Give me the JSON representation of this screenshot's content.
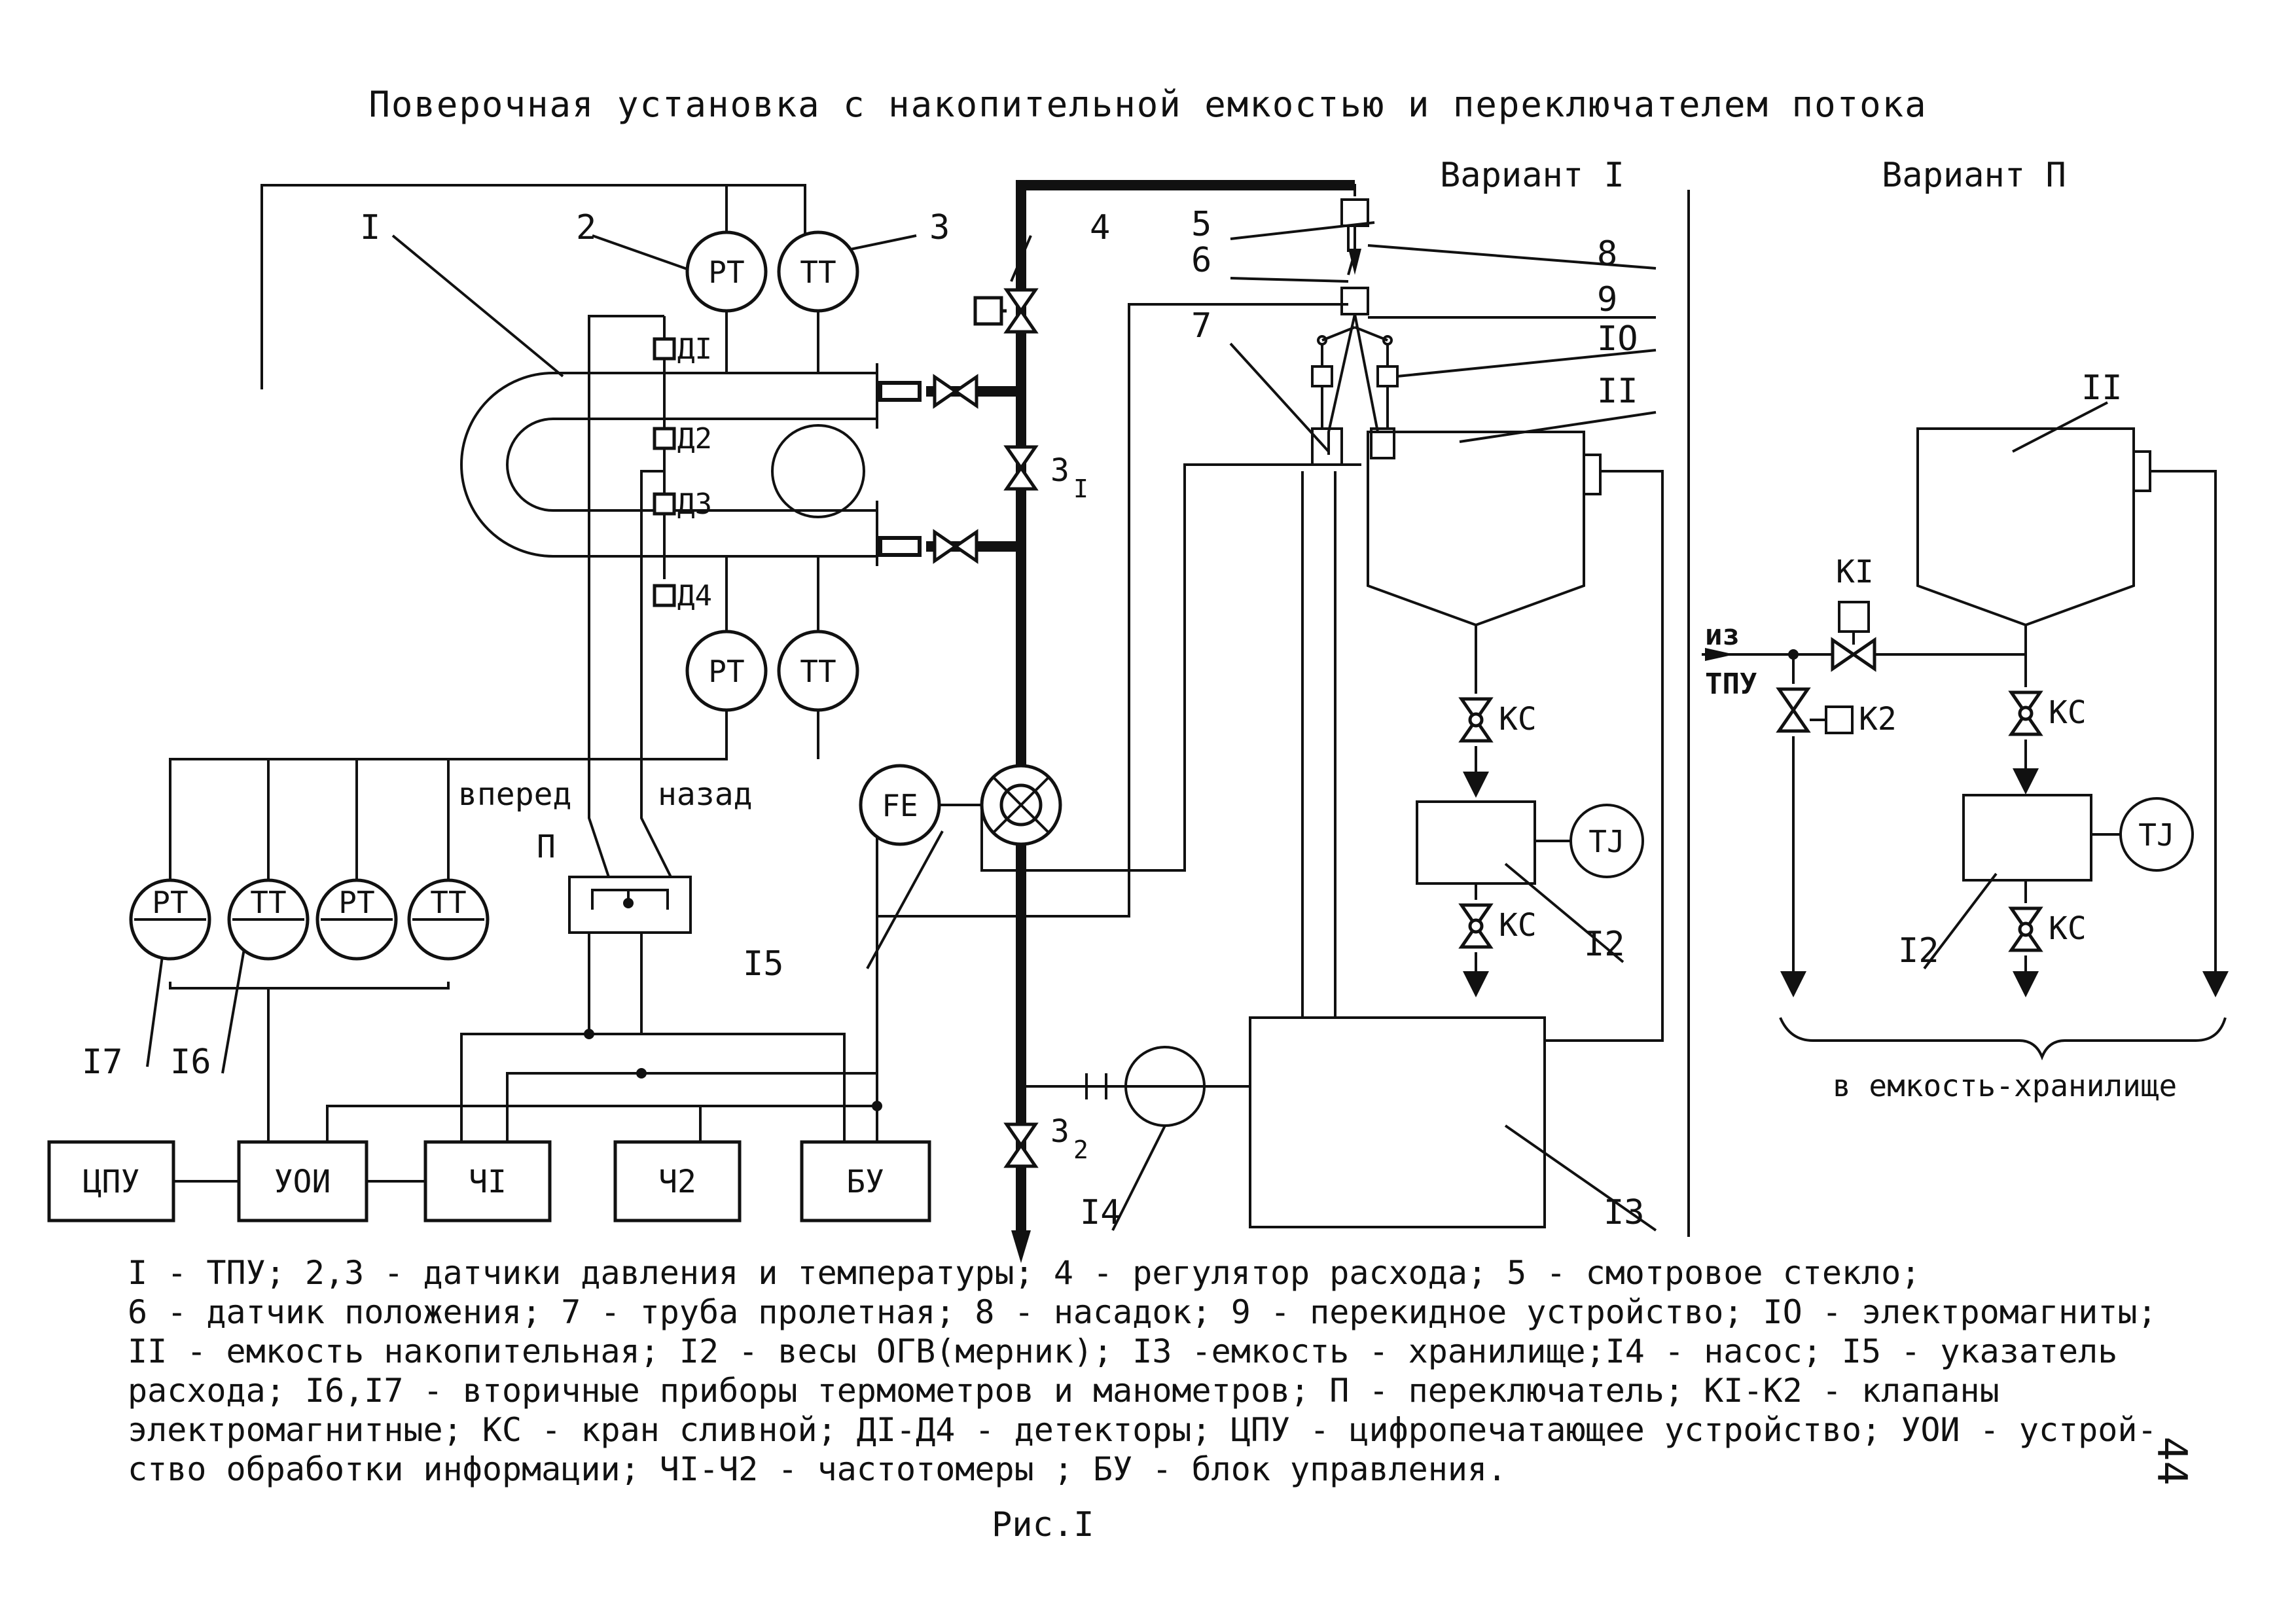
{
  "title": "Поверочная установка с накопительной емкостью и переключателем потока",
  "variants": {
    "v1": "Вариант I",
    "v2": "Вариант П"
  },
  "callouts": {
    "c1": "I",
    "c2": "2",
    "c3": "3",
    "c4": "4",
    "c5": "5",
    "c6": "6",
    "c7": "7",
    "c8": "8",
    "c9": "9",
    "c10": "IO",
    "c11": "II",
    "c11b": "II",
    "c12": "I2",
    "c12b": "I2",
    "c13": "I3",
    "c14": "I4",
    "c15": "I5",
    "c16": "I6",
    "c17": "I7"
  },
  "instruments": {
    "pt": "PT",
    "tt": "TT",
    "fe": "FE",
    "tj": "TJ"
  },
  "detectors": [
    "ДI",
    "Д2",
    "Д3",
    "Д4"
  ],
  "flow_labels": {
    "forward": "вперед",
    "back": "назад",
    "switch": "П"
  },
  "valve_labels": {
    "v3_1": "3",
    "v3_1_sub": "I",
    "v3_2": "3",
    "v3_2_sub": "2",
    "ks": "КС",
    "k1": "КI",
    "k2": "К2"
  },
  "inlet_label": {
    "line1": "из",
    "line2": "ТПУ"
  },
  "blocks": [
    "ЦПУ",
    "УОИ",
    "ЧI",
    "Ч2",
    "БУ"
  ],
  "storage_label": "в емкость-хранилище",
  "legend": [
    "I - ТПУ; 2,3 - датчики давления и температуры; 4 - регулятор расхода; 5 - смотровое стекло;",
    "6 - датчик положения; 7 - труба пролетная; 8 - насадок; 9 - перекидное устройство; IO - электромагниты;",
    "II - емкость накопительная; I2 - весы ОГВ(мерник); I3 -емкость - хранилище;I4 - насос; I5 - указатель",
    "расхода; I6,I7 - вторичные приборы термометров и манометров; П - переключатель; КI-К2 - клапаны",
    "электромагнитные; КС - кран сливной; ДI-Д4 - детекторы; ЦПУ - цифропечатающее устройство; УОИ - устрой-",
    "ство обработки информации; ЧI-Ч2 - частотомеры ; БУ - блок управления."
  ],
  "caption": "Рис.I",
  "page_number": "44"
}
